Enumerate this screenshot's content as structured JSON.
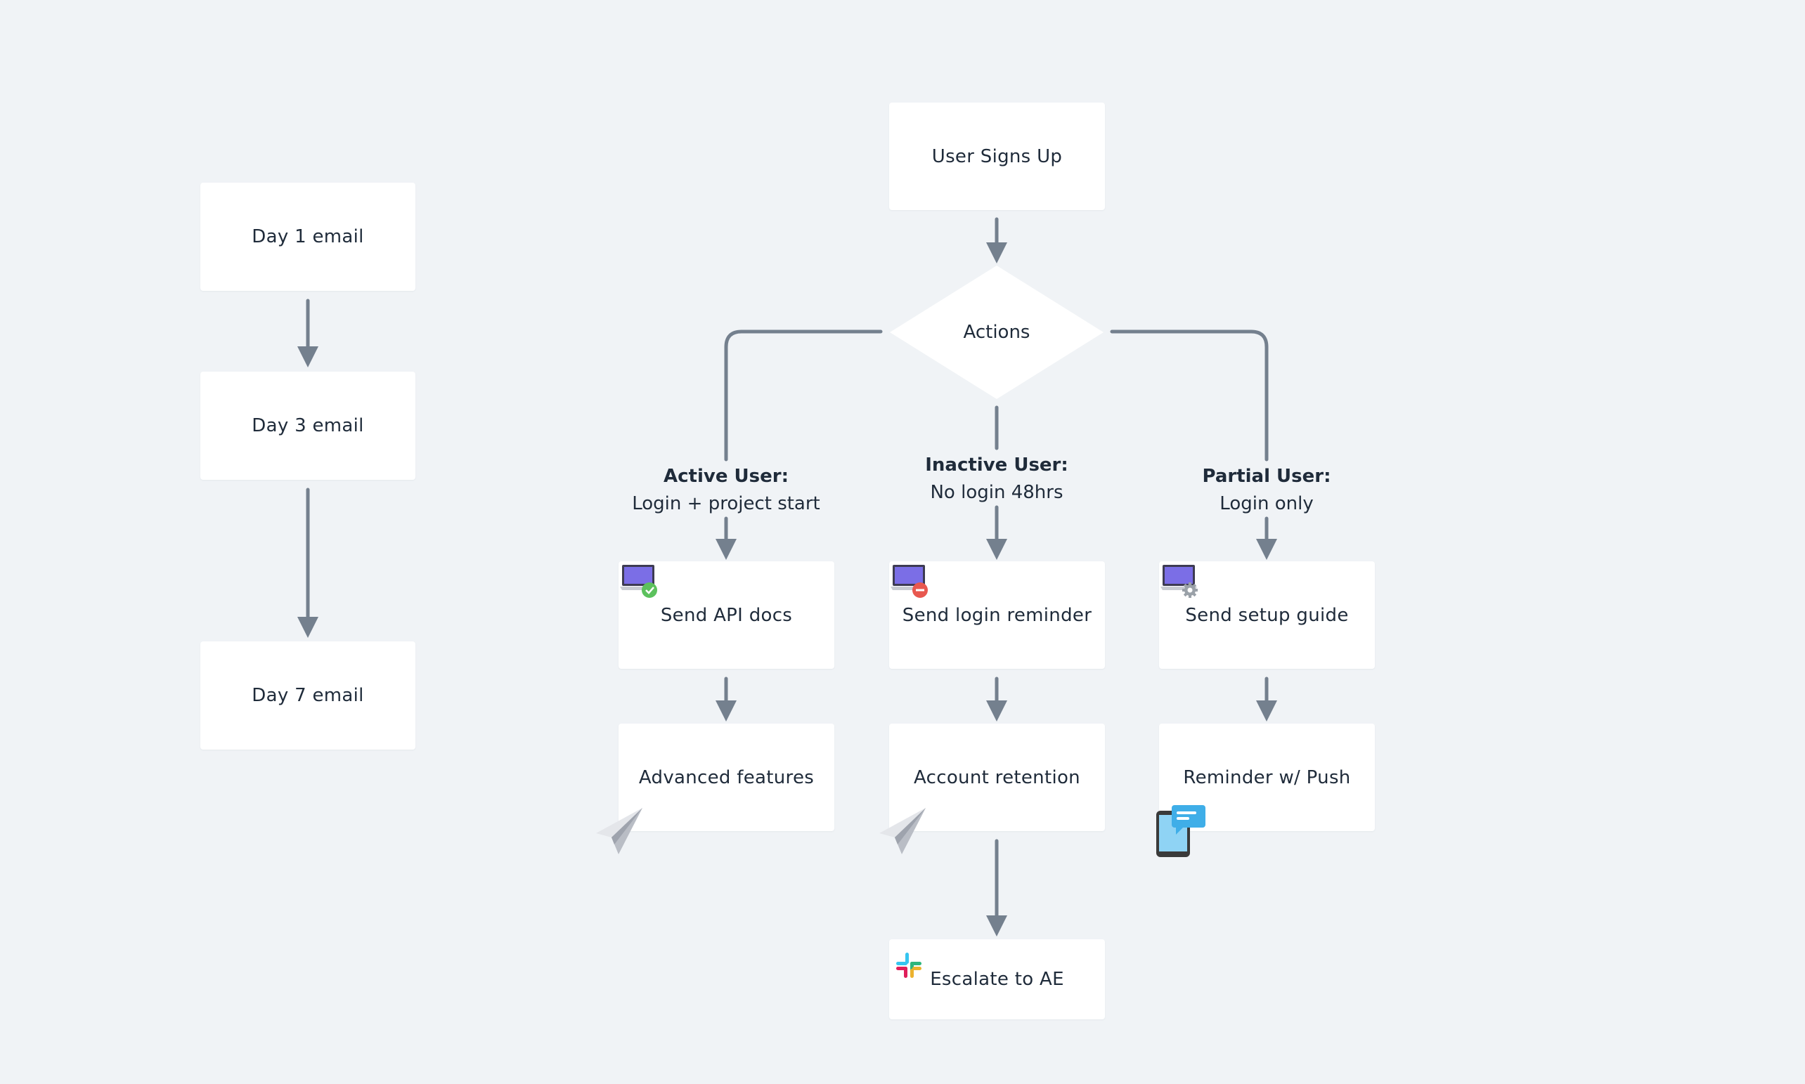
{
  "email_sequence": {
    "day1": "Day 1 email",
    "day3": "Day 3 email",
    "day7": "Day 7 email"
  },
  "flow": {
    "start": "User Signs Up",
    "decision": "Actions",
    "branches": {
      "active": {
        "title": "Active User:",
        "subtitle": "Login + project start"
      },
      "inactive": {
        "title": "Inactive User:",
        "subtitle": "No login 48hrs"
      },
      "partial": {
        "title": "Partial User:",
        "subtitle": "Login only"
      }
    },
    "steps": {
      "send_api_docs": "Send API docs",
      "send_login_reminder": "Send login reminder",
      "send_setup_guide": "Send setup guide",
      "advanced_features": "Advanced features",
      "account_retention": "Account retention",
      "reminder_push": "Reminder w/ Push",
      "escalate_ae": "Escalate to AE"
    }
  },
  "icons": {
    "active": "laptop-check-icon",
    "inactive": "laptop-minus-icon",
    "partial": "laptop-gear-icon",
    "advanced_features": "paper-plane-icon",
    "account_retention": "paper-plane-icon",
    "reminder_push": "phone-chat-icon",
    "escalate": "slack-icon"
  },
  "colors": {
    "background": "#f0f3f6",
    "node": "#ffffff",
    "connector": "#74808e",
    "text": "#1f2b3a",
    "laptop_screen": "#7b6ee6",
    "check_badge": "#5cc15d",
    "minus_badge": "#e8584f",
    "gear_badge": "#9aa1a8",
    "chat_bubble": "#3faee8"
  }
}
